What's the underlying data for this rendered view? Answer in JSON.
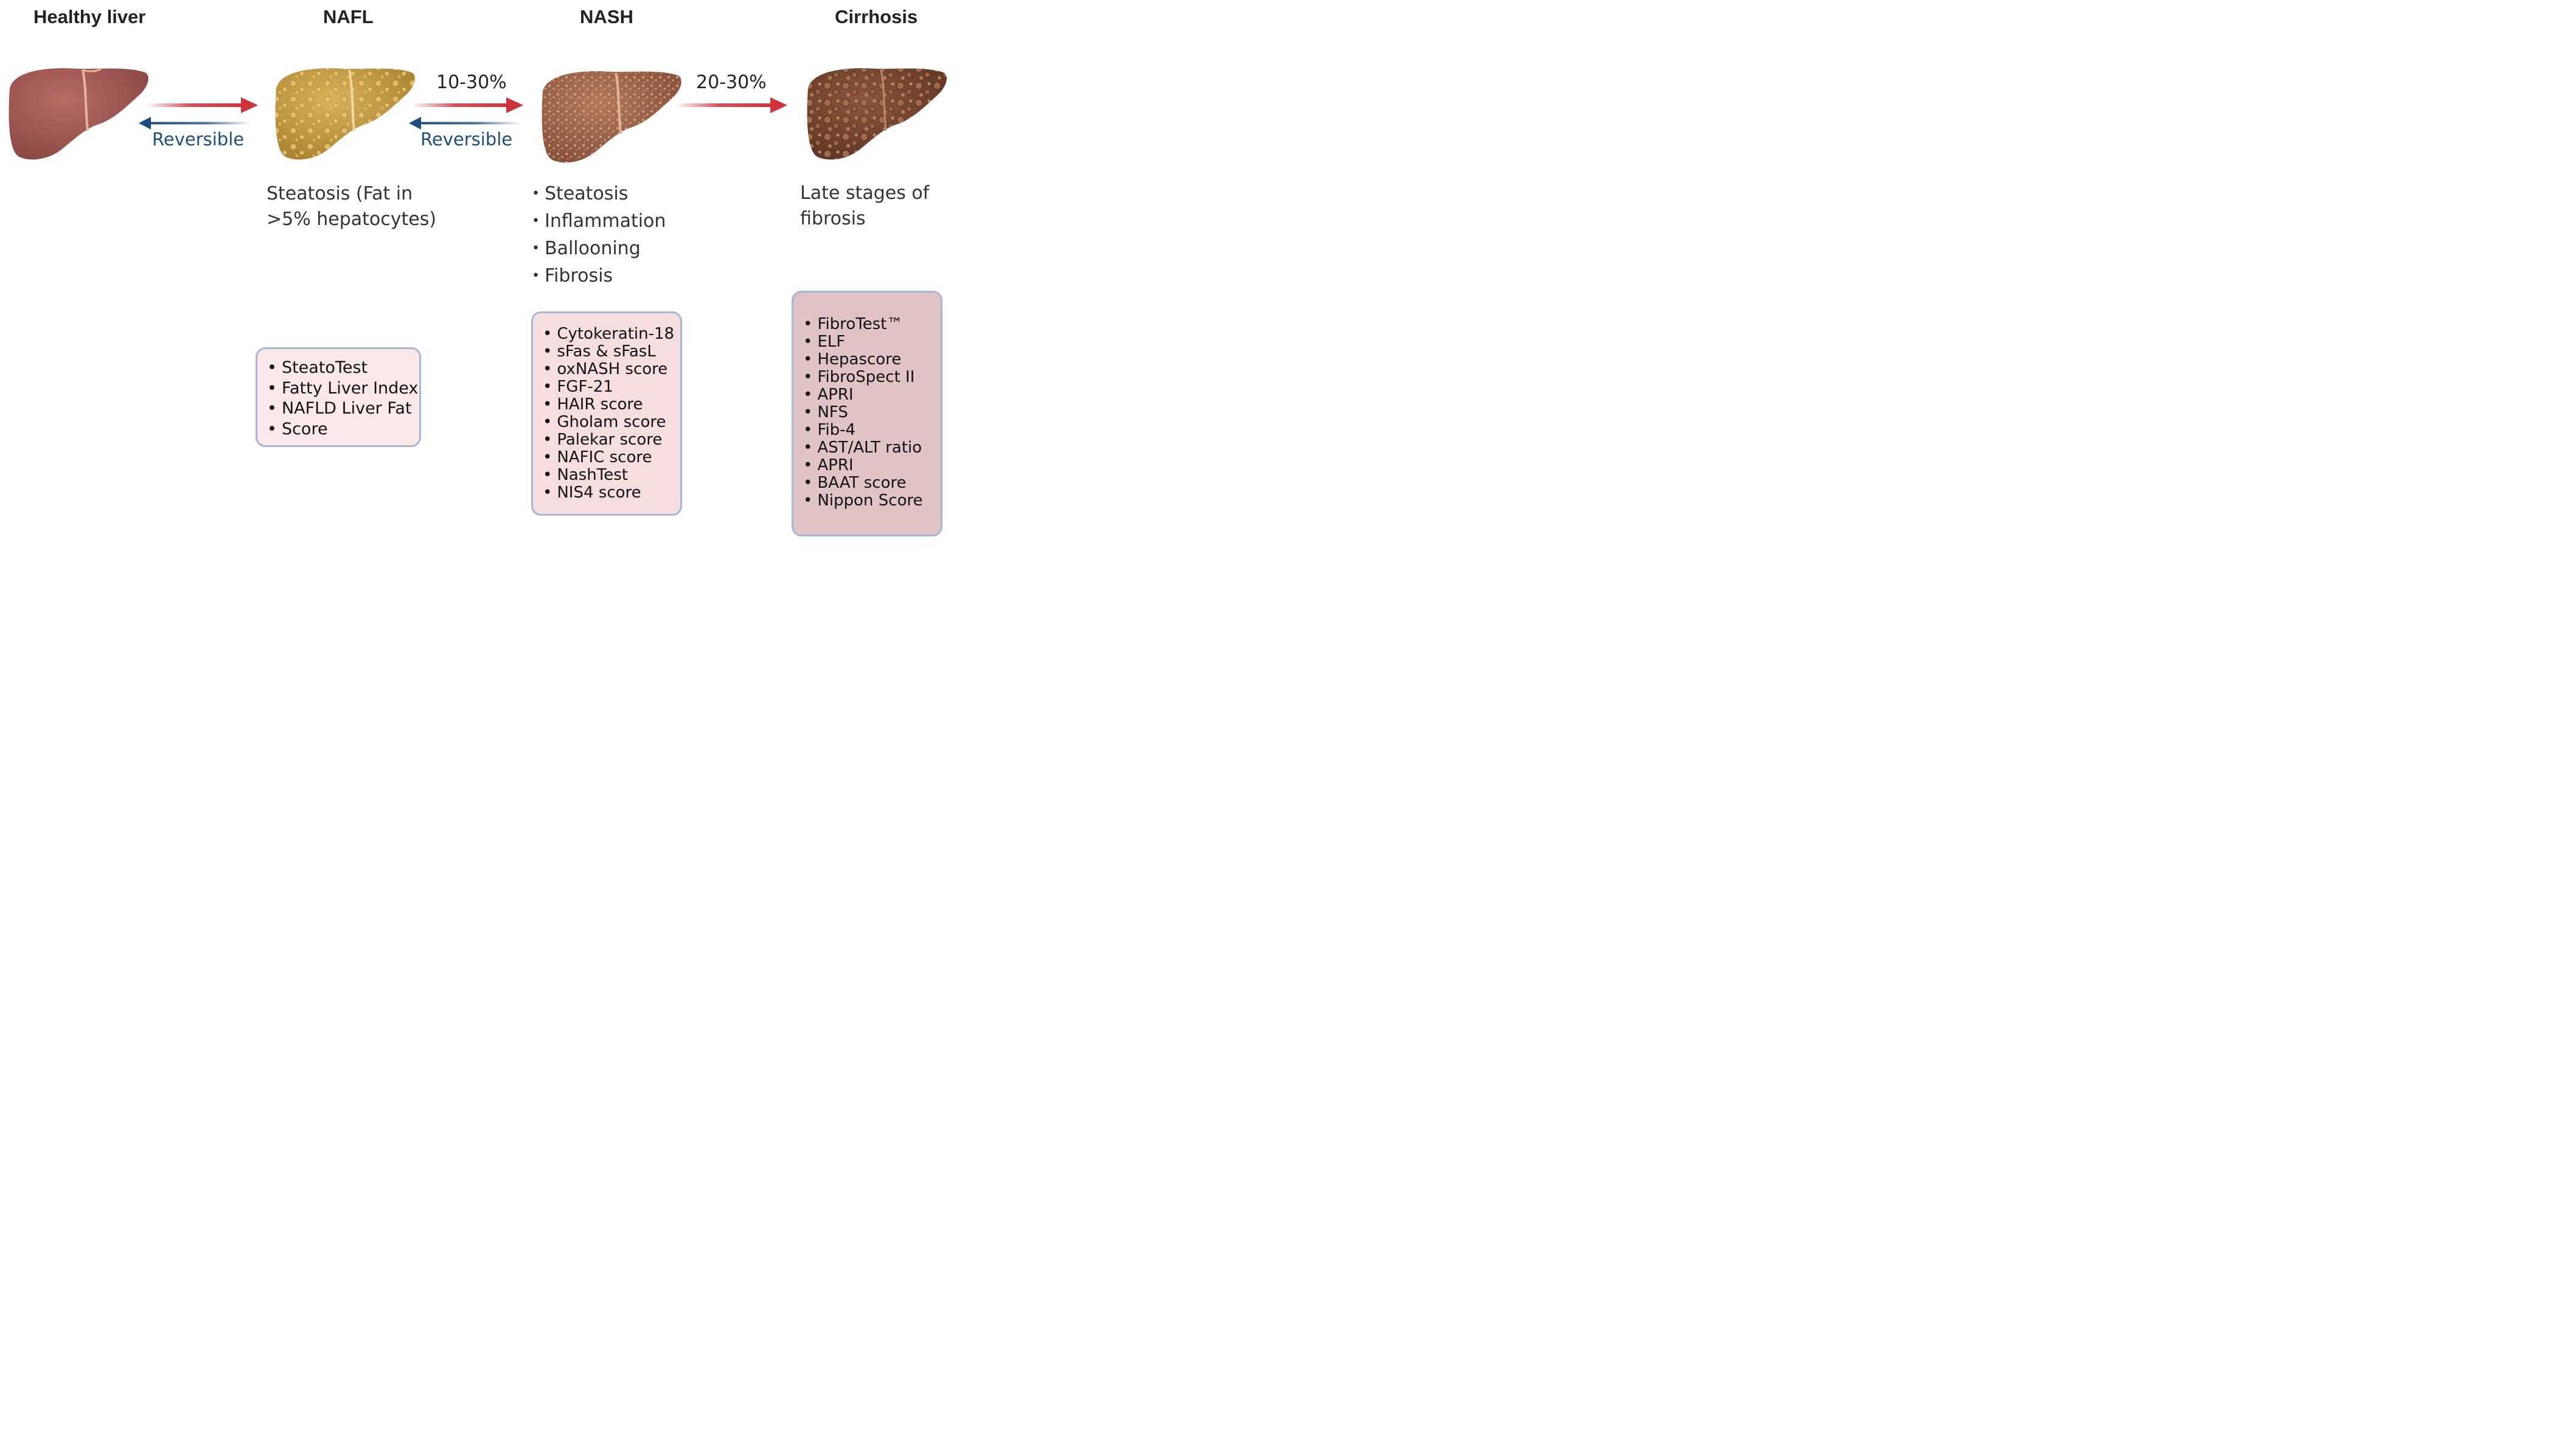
{
  "stages": [
    {
      "title": "Healthy liver"
    },
    {
      "title": "NAFL"
    },
    {
      "title": "NASH"
    },
    {
      "title": "Cirrhosis"
    }
  ],
  "transitions": [
    {
      "percentage": "",
      "reversible_label": "Reversible"
    },
    {
      "percentage": "10-30%",
      "reversible_label": "Reversible"
    },
    {
      "percentage": "20-30%",
      "reversible_label": ""
    }
  ],
  "descriptions": {
    "nafl": [
      "Steatosis (Fat in",
      ">5% hepatocytes)"
    ],
    "nash": [
      "Steatosis",
      "Inflammation",
      "Ballooning",
      "Fibrosis"
    ],
    "cirrhosis": [
      "Late stages of",
      "fibrosis"
    ]
  },
  "biomarker_boxes": {
    "nafl": [
      "SteatoTest",
      "Fatty Liver Index",
      "NAFLD Liver Fat",
      "Score"
    ],
    "nash": [
      "Cytokeratin-18",
      "sFas & sFasL",
      "oxNASH score",
      "FGF-21",
      "HAIR score",
      "Gholam score",
      "Palekar score",
      "NAFIC score",
      "NashTest",
      "NIS4 score"
    ],
    "cirrhosis": [
      "FibroTest™",
      "ELF",
      "Hepascore",
      "FibroSpect II",
      "APRI",
      "NFS",
      "Fib-4",
      "AST/ALT ratio",
      "APRI",
      "BAAT  score",
      "Nippon Score"
    ]
  },
  "colors": {
    "forward_arrow": "#d0343b",
    "reverse_arrow": "#1d4e80",
    "healthy_liver": "#a85c58",
    "nafl_liver": "#c9a048",
    "nash_liver": "#a0684e",
    "cirrhosis_liver": "#7a4a34",
    "box_border": "#a5b6d8",
    "nafl_box_fill": "#fbe9ea",
    "nash_box_fill": "#f6dedf",
    "cirrhosis_box_fill": "#e0c4c5"
  },
  "icons": [
    "healthy-liver-icon",
    "fatty-liver-icon",
    "nash-liver-icon",
    "cirrhotic-liver-icon"
  ]
}
